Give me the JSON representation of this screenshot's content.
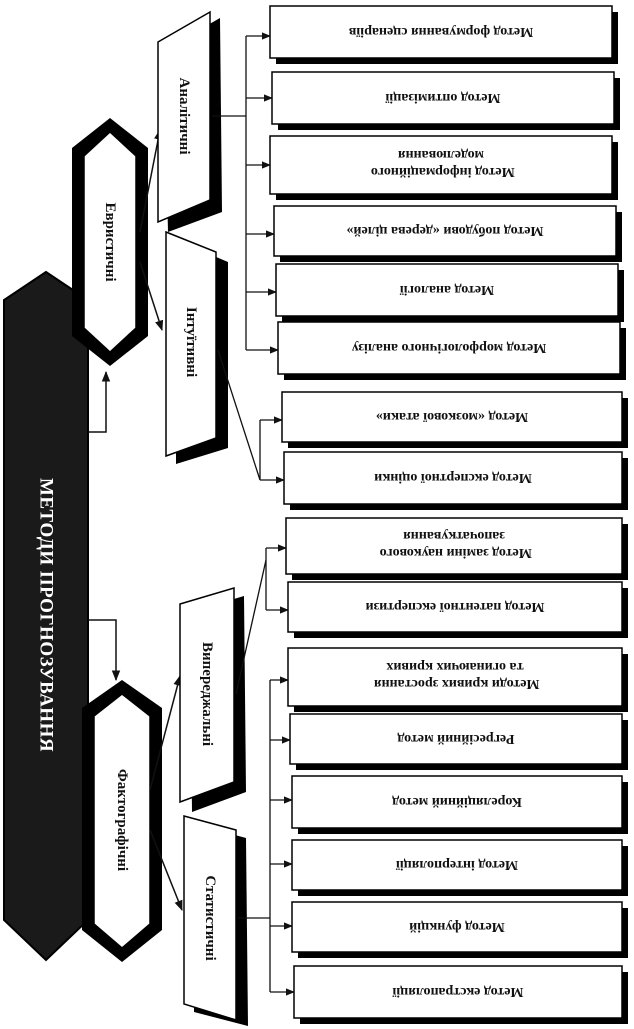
{
  "diagram": {
    "root": {
      "label": "МЕТОДИ ПРОГНОЗУВАННЯ"
    },
    "groups": [
      {
        "key": "heuristic",
        "label": "Евристичні"
      },
      {
        "key": "factographic",
        "label": "Фактографічні"
      }
    ],
    "subgroups": [
      {
        "key": "analytic",
        "label": "Аналітичні"
      },
      {
        "key": "intuitive",
        "label": "Інтуїтивні"
      },
      {
        "key": "advanced",
        "label": "Випереджальні"
      },
      {
        "key": "statistical",
        "label": "Статистичні"
      }
    ],
    "methods": [
      {
        "lines": [
          "Метод формування сценаріїв"
        ]
      },
      {
        "lines": [
          "Метод оптимізації"
        ]
      },
      {
        "lines": [
          "Метод інформаційного",
          "моделювання"
        ]
      },
      {
        "lines": [
          "Метод побудови «дерева цілей»"
        ]
      },
      {
        "lines": [
          "Метод аналогії"
        ]
      },
      {
        "lines": [
          "Метод морфологічного аналізу"
        ]
      },
      {
        "lines": [
          "Метод «мозкової атаки»"
        ]
      },
      {
        "lines": [
          "Метод експертної оцінки"
        ]
      },
      {
        "lines": [
          "Метод заміни наукового",
          "започаткування"
        ]
      },
      {
        "lines": [
          "Метод патентної експертизи"
        ]
      },
      {
        "lines": [
          "Методи кривих зростання",
          "та огинаючих кривих"
        ]
      },
      {
        "lines": [
          "Регресійний метод"
        ]
      },
      {
        "lines": [
          "Кореляційний метод"
        ]
      },
      {
        "lines": [
          "Метод інтерполяції"
        ]
      },
      {
        "lines": [
          "Метод функцій"
        ]
      },
      {
        "lines": [
          "Метод екстраполяції"
        ]
      }
    ]
  }
}
